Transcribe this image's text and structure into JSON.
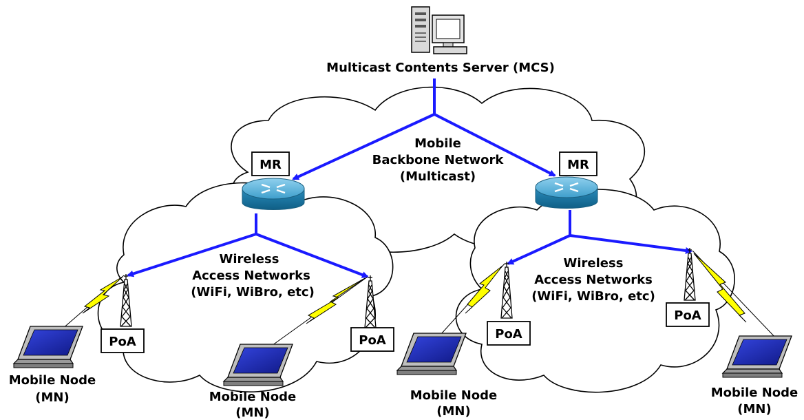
{
  "server": {
    "label": "Multicast Contents Server (MCS)"
  },
  "backbone": {
    "line1": "Mobile",
    "line2": "Backbone Network",
    "line3": "(Multicast)"
  },
  "routers": [
    {
      "label": "MR"
    },
    {
      "label": "MR"
    }
  ],
  "access_networks": [
    {
      "line1": "Wireless",
      "line2": "Access Networks",
      "line3": "(WiFi, WiBro, etc)"
    },
    {
      "line1": "Wireless",
      "line2": "Access Networks",
      "line3": "(WiFi, WiBro, etc)"
    }
  ],
  "poa": [
    {
      "label": "PoA"
    },
    {
      "label": "PoA"
    },
    {
      "label": "PoA"
    },
    {
      "label": "PoA"
    }
  ],
  "mobile_nodes": [
    {
      "line1": "Mobile Node",
      "line2": "(MN)"
    },
    {
      "line1": "Mobile Node",
      "line2": "(MN)"
    },
    {
      "line1": "Mobile Node",
      "line2": "(MN)"
    },
    {
      "line1": "Mobile Node",
      "line2": "(MN)"
    }
  ],
  "colors": {
    "link": "#1a1aff",
    "router_top": "#5fb0d6",
    "router_side": "#1f7fae",
    "wireless": "#ffff00",
    "screen": "#2233cc"
  }
}
